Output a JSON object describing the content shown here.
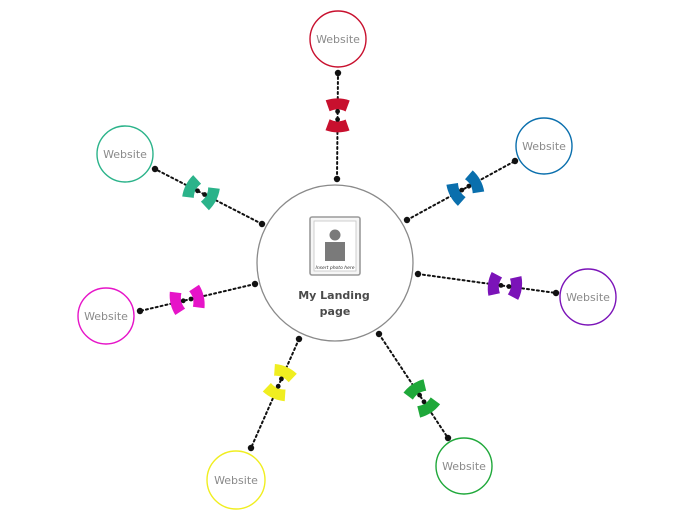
{
  "center": {
    "label_line1": "My Landing",
    "label_line2": "page",
    "photo_caption": "Insert photo here"
  },
  "satellites": [
    {
      "id": "top",
      "label": "Website",
      "color": "#c8102e"
    },
    {
      "id": "top-right",
      "label": "Website",
      "color": "#0a6fad"
    },
    {
      "id": "right",
      "label": "Website",
      "color": "#7b13b8"
    },
    {
      "id": "bottom-right",
      "label": "Website",
      "color": "#1fa83a"
    },
    {
      "id": "bottom",
      "label": "Website",
      "color": "#f0ee20"
    },
    {
      "id": "left",
      "label": "Website",
      "color": "#e614c8"
    },
    {
      "id": "top-left",
      "label": "Website",
      "color": "#2bb38a"
    }
  ],
  "colors": {
    "center_stroke": "#8a8a8a",
    "connector": "#111111",
    "photo_frame": "#9a9a9a",
    "photo_silhouette": "#7a7a7a"
  },
  "icons": {
    "connector_mark": "bowtie-icon",
    "photo": "person-photo-icon"
  }
}
